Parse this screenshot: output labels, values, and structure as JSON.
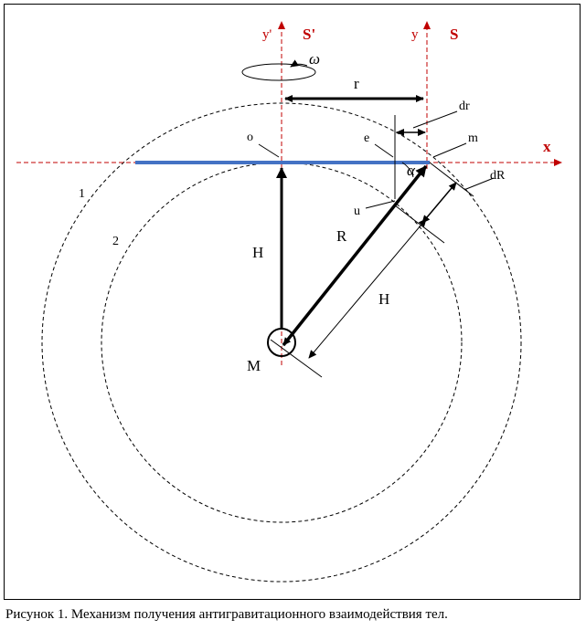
{
  "figure": {
    "caption": "Рисунок 1. Механизм получения антигравитационного взаимодействия тел.",
    "labels": {
      "y_prime": "y'",
      "s_prime": "S'",
      "y": "y",
      "s": "S",
      "x": "x",
      "omega": "ω",
      "r": "r",
      "dr": "dr",
      "o": "o",
      "e": "e",
      "m": "m",
      "alpha": "α",
      "dR": "dR",
      "u": "u",
      "one": "1",
      "two": "2",
      "H_vertical": "H",
      "R": "R",
      "H_diagonal": "H",
      "M": "M"
    },
    "colors": {
      "axis": "#c00000",
      "plate": "#4472c4",
      "ink": "#000000"
    }
  }
}
